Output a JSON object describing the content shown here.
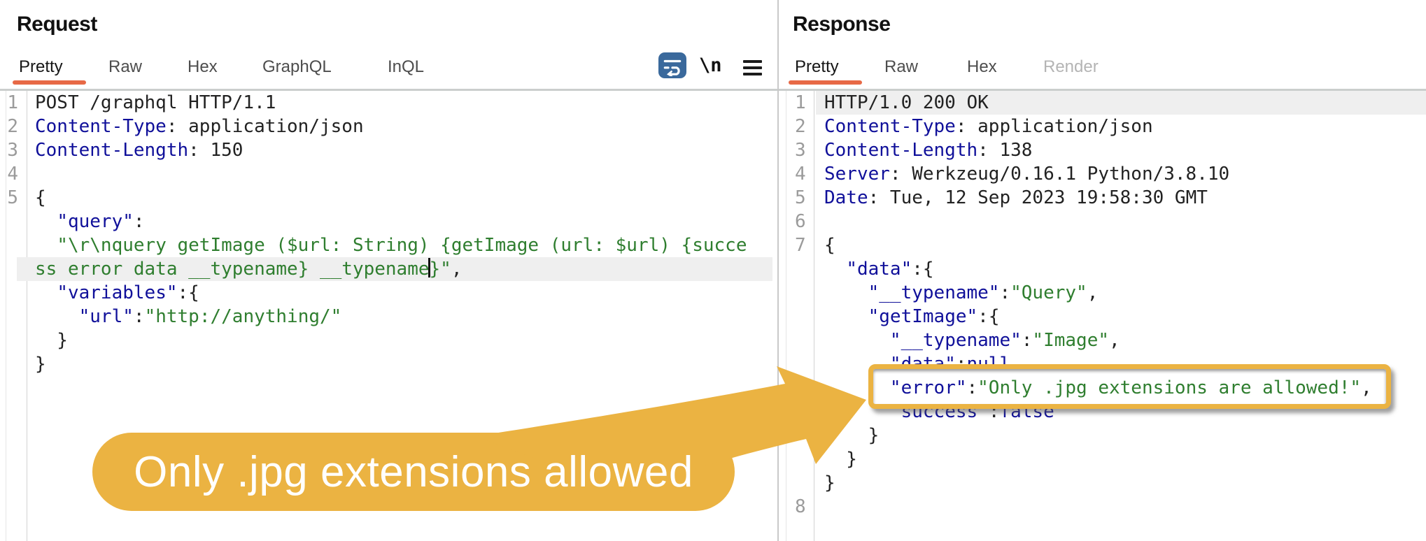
{
  "colors": {
    "accent_orange": "#E76946",
    "annotation_yellow": "#EBB342",
    "wrap_button_blue": "#3A699C",
    "key_navy": "#10109A",
    "string_green": "#2F7E2F",
    "line_highlight_gray": "#efefef"
  },
  "request": {
    "title": "Request",
    "tabs": [
      {
        "label": "Pretty",
        "active": true
      },
      {
        "label": "Raw"
      },
      {
        "label": "Hex"
      },
      {
        "label": "GraphQL"
      },
      {
        "label": "InQL"
      }
    ],
    "toolbar": {
      "wrap_icon": "word-wrap-icon",
      "newline_label": "\\n",
      "menu_icon": "hamburger-menu-icon"
    },
    "code_lines": [
      {
        "num": "1",
        "segs": [
          {
            "t": "POST /graphql HTTP/1.1",
            "c": "p"
          }
        ]
      },
      {
        "num": "2",
        "segs": [
          {
            "t": "Content-Type",
            "c": "k"
          },
          {
            "t": ": application/json",
            "c": "p"
          }
        ]
      },
      {
        "num": "3",
        "segs": [
          {
            "t": "Content-Length",
            "c": "k"
          },
          {
            "t": ": 150",
            "c": "p"
          }
        ]
      },
      {
        "num": "4",
        "segs": []
      },
      {
        "num": "5",
        "segs": [
          {
            "t": "{",
            "c": "p"
          }
        ]
      },
      {
        "segs": [
          {
            "t": "  ",
            "c": "p"
          },
          {
            "t": "\"query\"",
            "c": "k"
          },
          {
            "t": ":",
            "c": "p"
          }
        ]
      },
      {
        "segs": [
          {
            "t": "  ",
            "c": "p"
          },
          {
            "t": "\"\\r\\nquery getImage ($url: String) {getImage (url: $url) {succe",
            "c": "s"
          }
        ]
      },
      {
        "hl": true,
        "segs": [
          {
            "t": "ss error data __typename} __typename",
            "c": "s"
          },
          {
            "cursor": true
          },
          {
            "t": "}\"",
            "c": "s"
          },
          {
            "t": ",",
            "c": "p"
          }
        ]
      },
      {
        "segs": [
          {
            "t": "  ",
            "c": "p"
          },
          {
            "t": "\"variables\"",
            "c": "k"
          },
          {
            "t": ":{",
            "c": "p"
          }
        ]
      },
      {
        "segs": [
          {
            "t": "    ",
            "c": "p"
          },
          {
            "t": "\"url\"",
            "c": "k"
          },
          {
            "t": ":",
            "c": "p"
          },
          {
            "t": "\"http://anything/\"",
            "c": "s"
          }
        ]
      },
      {
        "segs": [
          {
            "t": "  }",
            "c": "p"
          }
        ]
      },
      {
        "segs": [
          {
            "t": "}",
            "c": "p"
          }
        ]
      }
    ]
  },
  "response": {
    "title": "Response",
    "tabs": [
      {
        "label": "Pretty",
        "active": true
      },
      {
        "label": "Raw"
      },
      {
        "label": "Hex"
      },
      {
        "label": "Render",
        "disabled": true
      }
    ],
    "code_lines": [
      {
        "num": "1",
        "hl": true,
        "segs": [
          {
            "t": "HTTP/1.0 200 OK",
            "c": "p"
          }
        ]
      },
      {
        "num": "2",
        "segs": [
          {
            "t": "Content-Type",
            "c": "k"
          },
          {
            "t": ": application/json",
            "c": "p"
          }
        ]
      },
      {
        "num": "3",
        "segs": [
          {
            "t": "Content-Length",
            "c": "k"
          },
          {
            "t": ": 138",
            "c": "p"
          }
        ]
      },
      {
        "num": "4",
        "segs": [
          {
            "t": "Server",
            "c": "k"
          },
          {
            "t": ": Werkzeug/0.16.1 Python/3.8.10",
            "c": "p"
          }
        ]
      },
      {
        "num": "5",
        "segs": [
          {
            "t": "Date",
            "c": "k"
          },
          {
            "t": ": Tue, 12 Sep 2023 19:58:30 GMT",
            "c": "p"
          }
        ]
      },
      {
        "num": "6",
        "segs": []
      },
      {
        "num": "7",
        "segs": [
          {
            "t": "{",
            "c": "p"
          }
        ]
      },
      {
        "segs": [
          {
            "t": "  ",
            "c": "p"
          },
          {
            "t": "\"data\"",
            "c": "k"
          },
          {
            "t": ":{",
            "c": "p"
          }
        ]
      },
      {
        "segs": [
          {
            "t": "    ",
            "c": "p"
          },
          {
            "t": "\"__typename\"",
            "c": "k"
          },
          {
            "t": ":",
            "c": "p"
          },
          {
            "t": "\"Query\"",
            "c": "s"
          },
          {
            "t": ",",
            "c": "p"
          }
        ]
      },
      {
        "segs": [
          {
            "t": "    ",
            "c": "p"
          },
          {
            "t": "\"getImage\"",
            "c": "k"
          },
          {
            "t": ":{",
            "c": "p"
          }
        ]
      },
      {
        "segs": [
          {
            "t": "      ",
            "c": "p"
          },
          {
            "t": "\"__typename\"",
            "c": "k"
          },
          {
            "t": ":",
            "c": "p"
          },
          {
            "t": "\"Image\"",
            "c": "s"
          },
          {
            "t": ",",
            "c": "p"
          }
        ]
      },
      {
        "segs": [
          {
            "t": "      ",
            "c": "p"
          },
          {
            "t": "\"data\"",
            "c": "k"
          },
          {
            "t": ":",
            "c": "p"
          },
          {
            "t": "null",
            "c": "v"
          },
          {
            "t": ",",
            "c": "p"
          }
        ]
      },
      {
        "boxed": true,
        "segs": [
          {
            "t": "      ",
            "c": "p"
          },
          {
            "t": "\"error\"",
            "c": "k"
          },
          {
            "t": ":",
            "c": "p"
          },
          {
            "t": "\"Only .jpg extensions are allowed!\"",
            "c": "s"
          },
          {
            "t": ",",
            "c": "p"
          }
        ]
      },
      {
        "segs": [
          {
            "t": "      ",
            "c": "p"
          },
          {
            "t": "\"success\"",
            "c": "k"
          },
          {
            "t": ":",
            "c": "p"
          },
          {
            "t": "false",
            "c": "v"
          }
        ]
      },
      {
        "segs": [
          {
            "t": "    }",
            "c": "p"
          }
        ]
      },
      {
        "segs": [
          {
            "t": "  }",
            "c": "p"
          }
        ]
      },
      {
        "segs": [
          {
            "t": "}",
            "c": "p"
          }
        ]
      },
      {
        "num": "8",
        "segs": []
      }
    ]
  },
  "annotations": {
    "callout_text": "Only .jpg extensions allowed",
    "highlighted_response_value": "\"error\":\"Only .jpg extensions are allowed!\","
  }
}
